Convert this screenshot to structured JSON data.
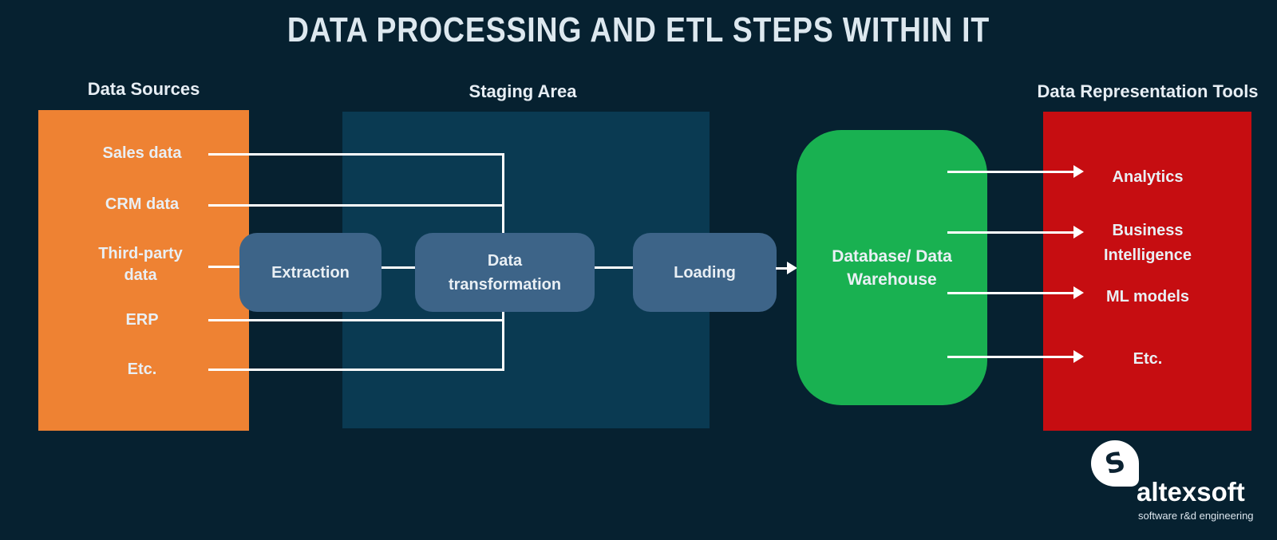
{
  "title": "DATA PROCESSING AND ETL STEPS WITHIN IT",
  "data_sources": {
    "label": "Data Sources",
    "items": [
      "Sales data",
      "CRM data",
      "Third-party data",
      "ERP",
      "Etc."
    ]
  },
  "staging": {
    "label": "Staging Area",
    "steps": [
      {
        "label": "Extraction"
      },
      {
        "label": "Data transformation"
      },
      {
        "label": "Loading"
      }
    ]
  },
  "warehouse": {
    "label": "Database/ Data Warehouse"
  },
  "representation": {
    "label": "Data Representation Tools",
    "items": [
      "Analytics",
      "Business Intelligence",
      "ML models",
      "Etc."
    ]
  },
  "logo": {
    "glyph": "S",
    "name": "altexsoft",
    "tagline": "software r&d engineering"
  },
  "colors": {
    "background": "#062130",
    "sources_box": "#EE8233",
    "staging_box": "#0A3A52",
    "step_box": "#3D6488",
    "warehouse_box": "#19B151",
    "representation_box": "#C60D11",
    "connector": "#FFFFFF",
    "text": "#EAF0F5"
  }
}
